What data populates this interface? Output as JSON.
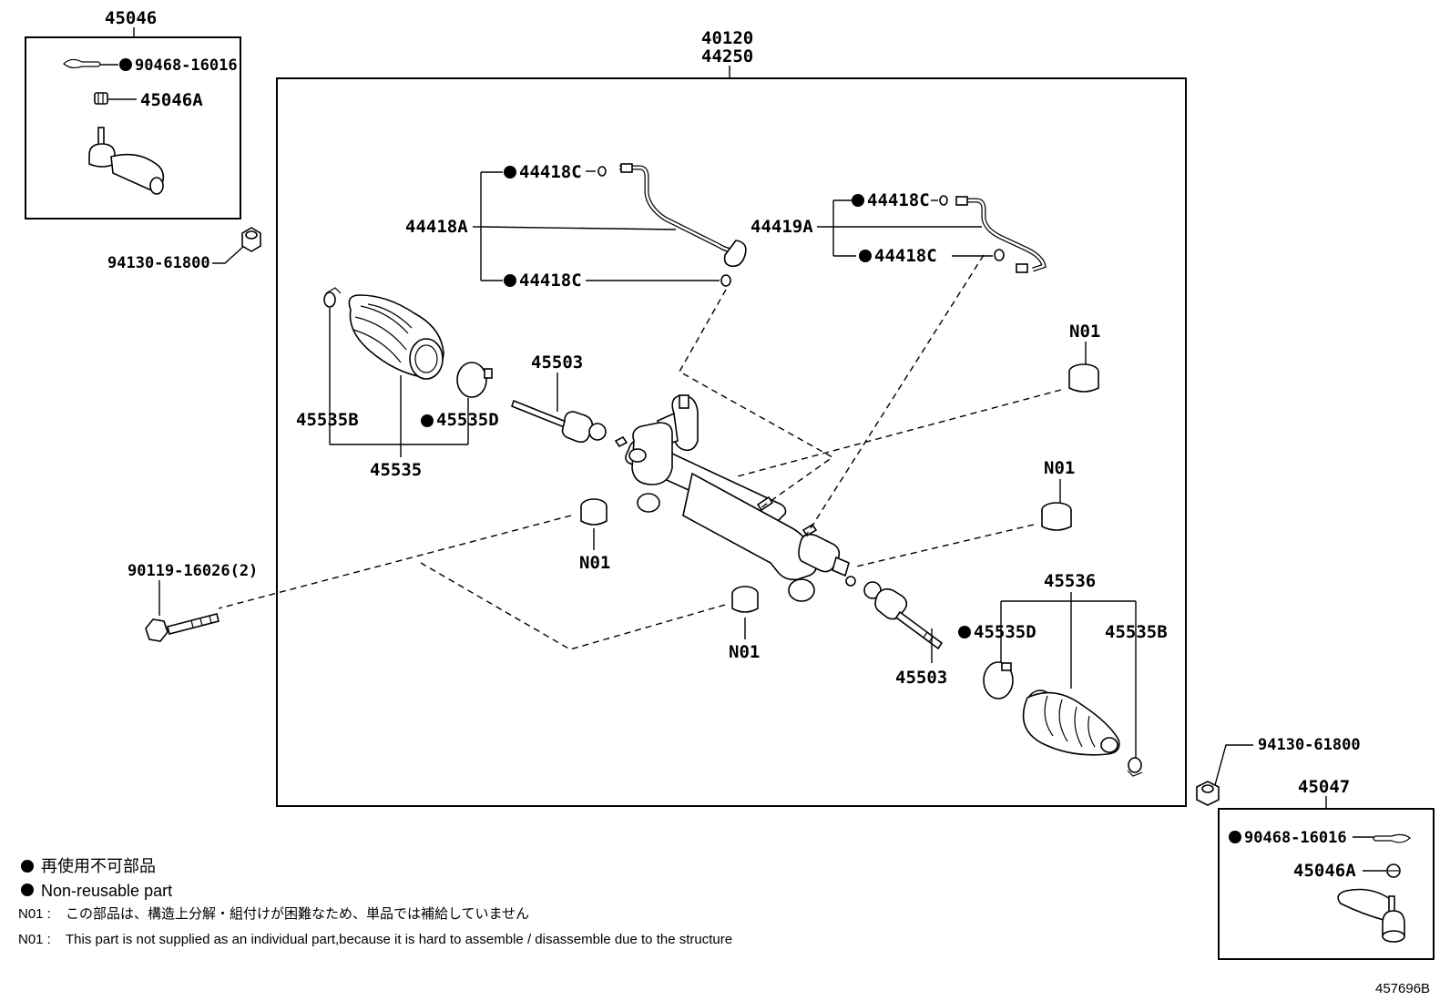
{
  "diagram_id": "457696B",
  "main_assembly": {
    "label_line1": "40120",
    "label_line2": "44250"
  },
  "tie_rod_end_left": {
    "label": "45046",
    "pin": "90468-16016",
    "nut": "45046A"
  },
  "tie_rod_end_right": {
    "label": "45047",
    "pin": "90468-16016",
    "nut": "45046A"
  },
  "lock_nut_left": "94130-61800",
  "lock_nut_right": "94130-61800",
  "tubes": {
    "left": {
      "label": "44418A",
      "gasket_top": "44418C",
      "gasket_bottom": "44418C"
    },
    "right": {
      "label": "44419A",
      "gasket_top": "44418C",
      "gasket_bottom": "44418C"
    }
  },
  "boot_left": {
    "kit": "45535",
    "clip": "45535B",
    "clamp": "45535D"
  },
  "boot_right": {
    "kit": "45536",
    "clip": "45535B",
    "clamp": "45535D"
  },
  "tie_rod_left": "45503",
  "tie_rod_right": "45503",
  "bolt": "90119-16026(2)",
  "bushings": [
    "N01",
    "N01",
    "N01",
    "N01"
  ],
  "legend": {
    "nonreusable_ja": "再使用不可部品",
    "nonreusable_en": "Non-reusable part",
    "note_label": "N01 :",
    "note_ja": "この部品は、構造上分解・組付けが困難なため、単品では補給していません",
    "note_en": "This part is not supplied as an individual part,because it is hard to assemble / disassemble due to the structure"
  }
}
